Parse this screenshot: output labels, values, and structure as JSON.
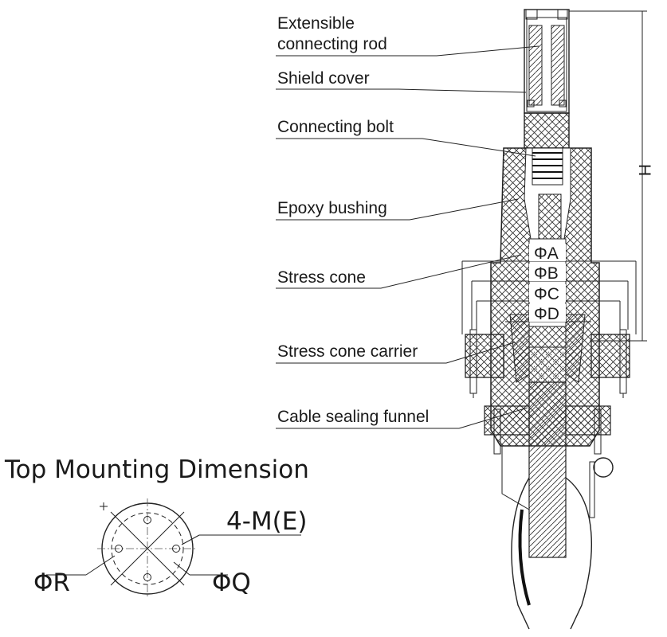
{
  "labels": {
    "extensible_line1": "Extensible",
    "extensible_line2": "connecting rod",
    "shield_cover": "Shield cover",
    "connecting_bolt": "Connecting bolt",
    "epoxy_bushing": "Epoxy bushing",
    "stress_cone": "Stress cone",
    "stress_cone_carrier": "Stress cone carrier",
    "cable_sealing_funnel": "Cable sealing funnel"
  },
  "dimensions": {
    "phi_a": "ΦA",
    "phi_b": "ΦB",
    "phi_c": "ΦC",
    "phi_d": "ΦD",
    "h": "H"
  },
  "mounting": {
    "title": "Top Mounting Dimension",
    "holes": "4-M(E)",
    "phi_r": "ΦR",
    "phi_q": "ΦQ"
  },
  "colors": {
    "line": "#222222",
    "background": "#ffffff"
  }
}
